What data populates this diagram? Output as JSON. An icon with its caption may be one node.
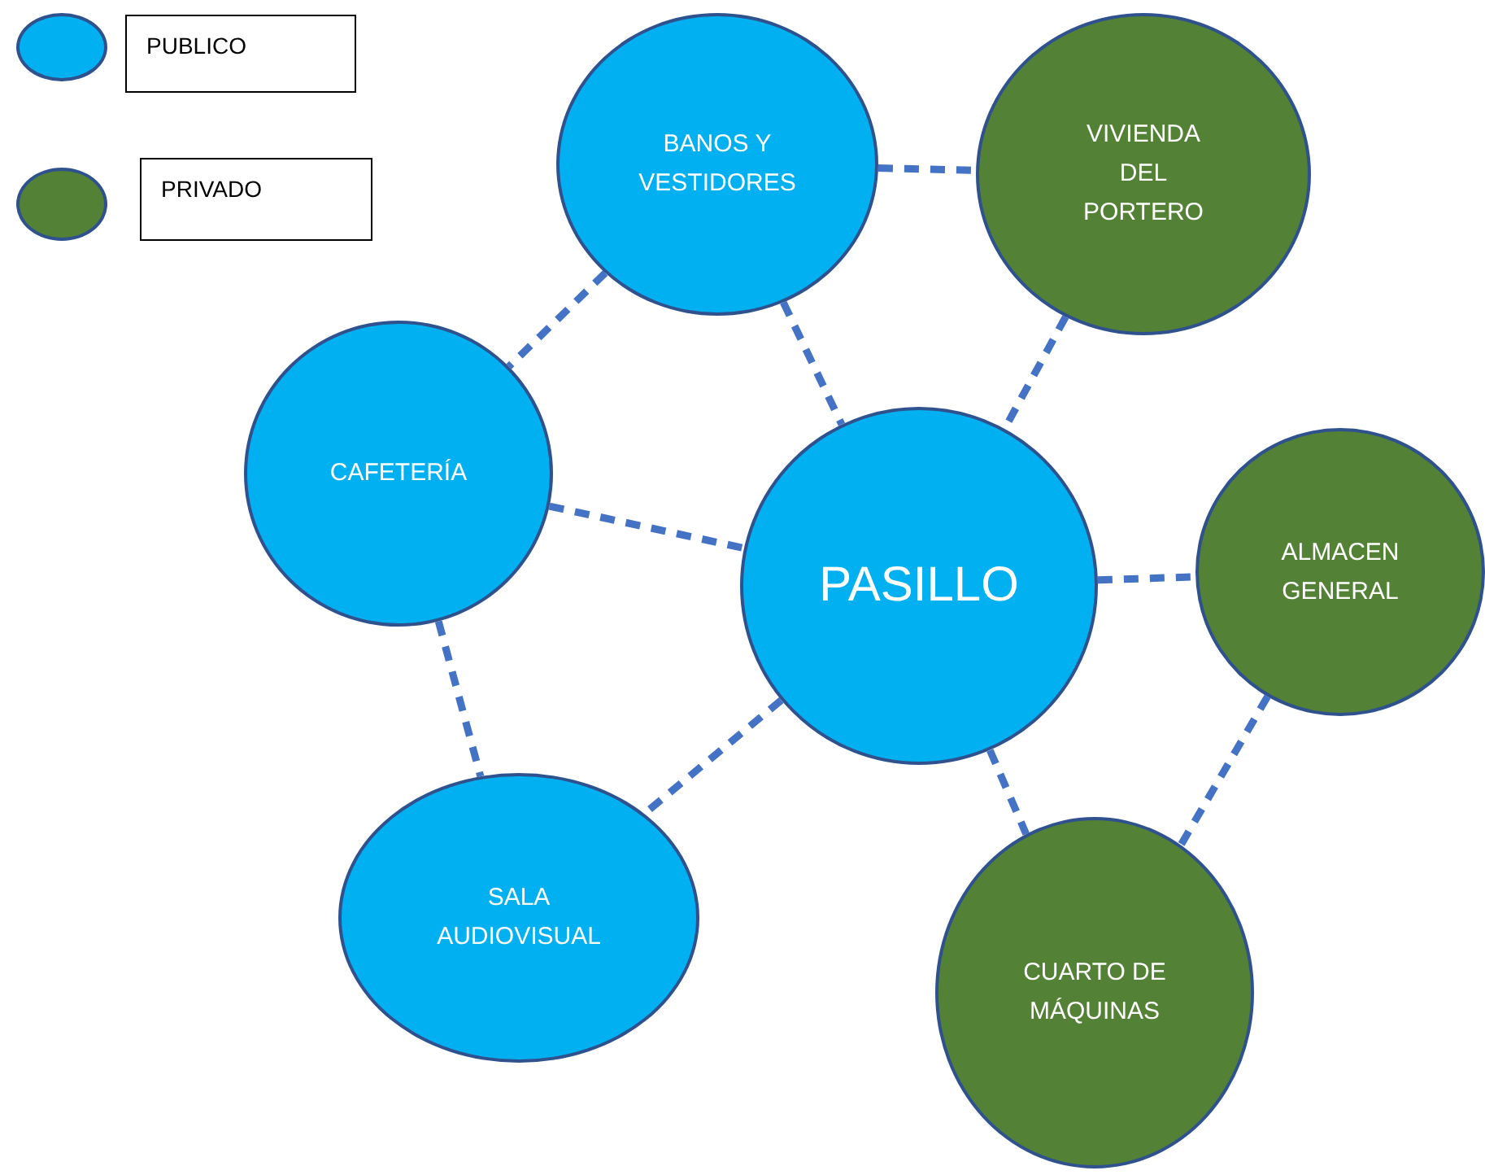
{
  "diagram": {
    "nodes": [
      {
        "text": [
          "BANOS Y VESTIDORES"
        ]
      },
      {
        "text": [
          "VIVIENDA DEL PORTERO"
        ]
      },
      {
        "text": [
          "CAFETERÍA"
        ]
      },
      {
        "text": [
          "PASILLO"
        ]
      },
      {
        "text": [
          "ALMACEN GENERAL"
        ]
      },
      {
        "text": [
          "SALA AUDIOVISUAL"
        ]
      },
      {
        "text": [
          "CUARTO DE MÁQUINAS"
        ]
      }
    ],
    "edges": [
      {
        "from": 0,
        "to": 1,
        "arrow": "none",
        "style": "dashed"
      },
      {
        "from": 0,
        "to": 2,
        "arrow": "none",
        "style": "dashed"
      },
      {
        "from": 0,
        "to": 3,
        "arrow": "none",
        "style": "dashed"
      },
      {
        "from": 1,
        "to": 3,
        "arrow": "none",
        "style": "dashed"
      },
      {
        "from": 2,
        "to": 3,
        "arrow": "none",
        "style": "dashed"
      },
      {
        "from": 2,
        "to": 5,
        "arrow": "none",
        "style": "dashed"
      },
      {
        "from": 3,
        "to": 4,
        "arrow": "none",
        "style": "dashed"
      },
      {
        "from": 3,
        "to": 5,
        "arrow": "none",
        "style": "dashed"
      },
      {
        "from": 3,
        "to": 6,
        "arrow": "none",
        "style": "dashed"
      },
      {
        "from": 4,
        "to": 6,
        "arrow": "none",
        "style": "dashed"
      }
    ],
    "legend": [
      {
        "text": "PUBLICO",
        "color": "#00b0f0"
      },
      {
        "text": "PRIVADO",
        "color": "#538135"
      }
    ]
  }
}
